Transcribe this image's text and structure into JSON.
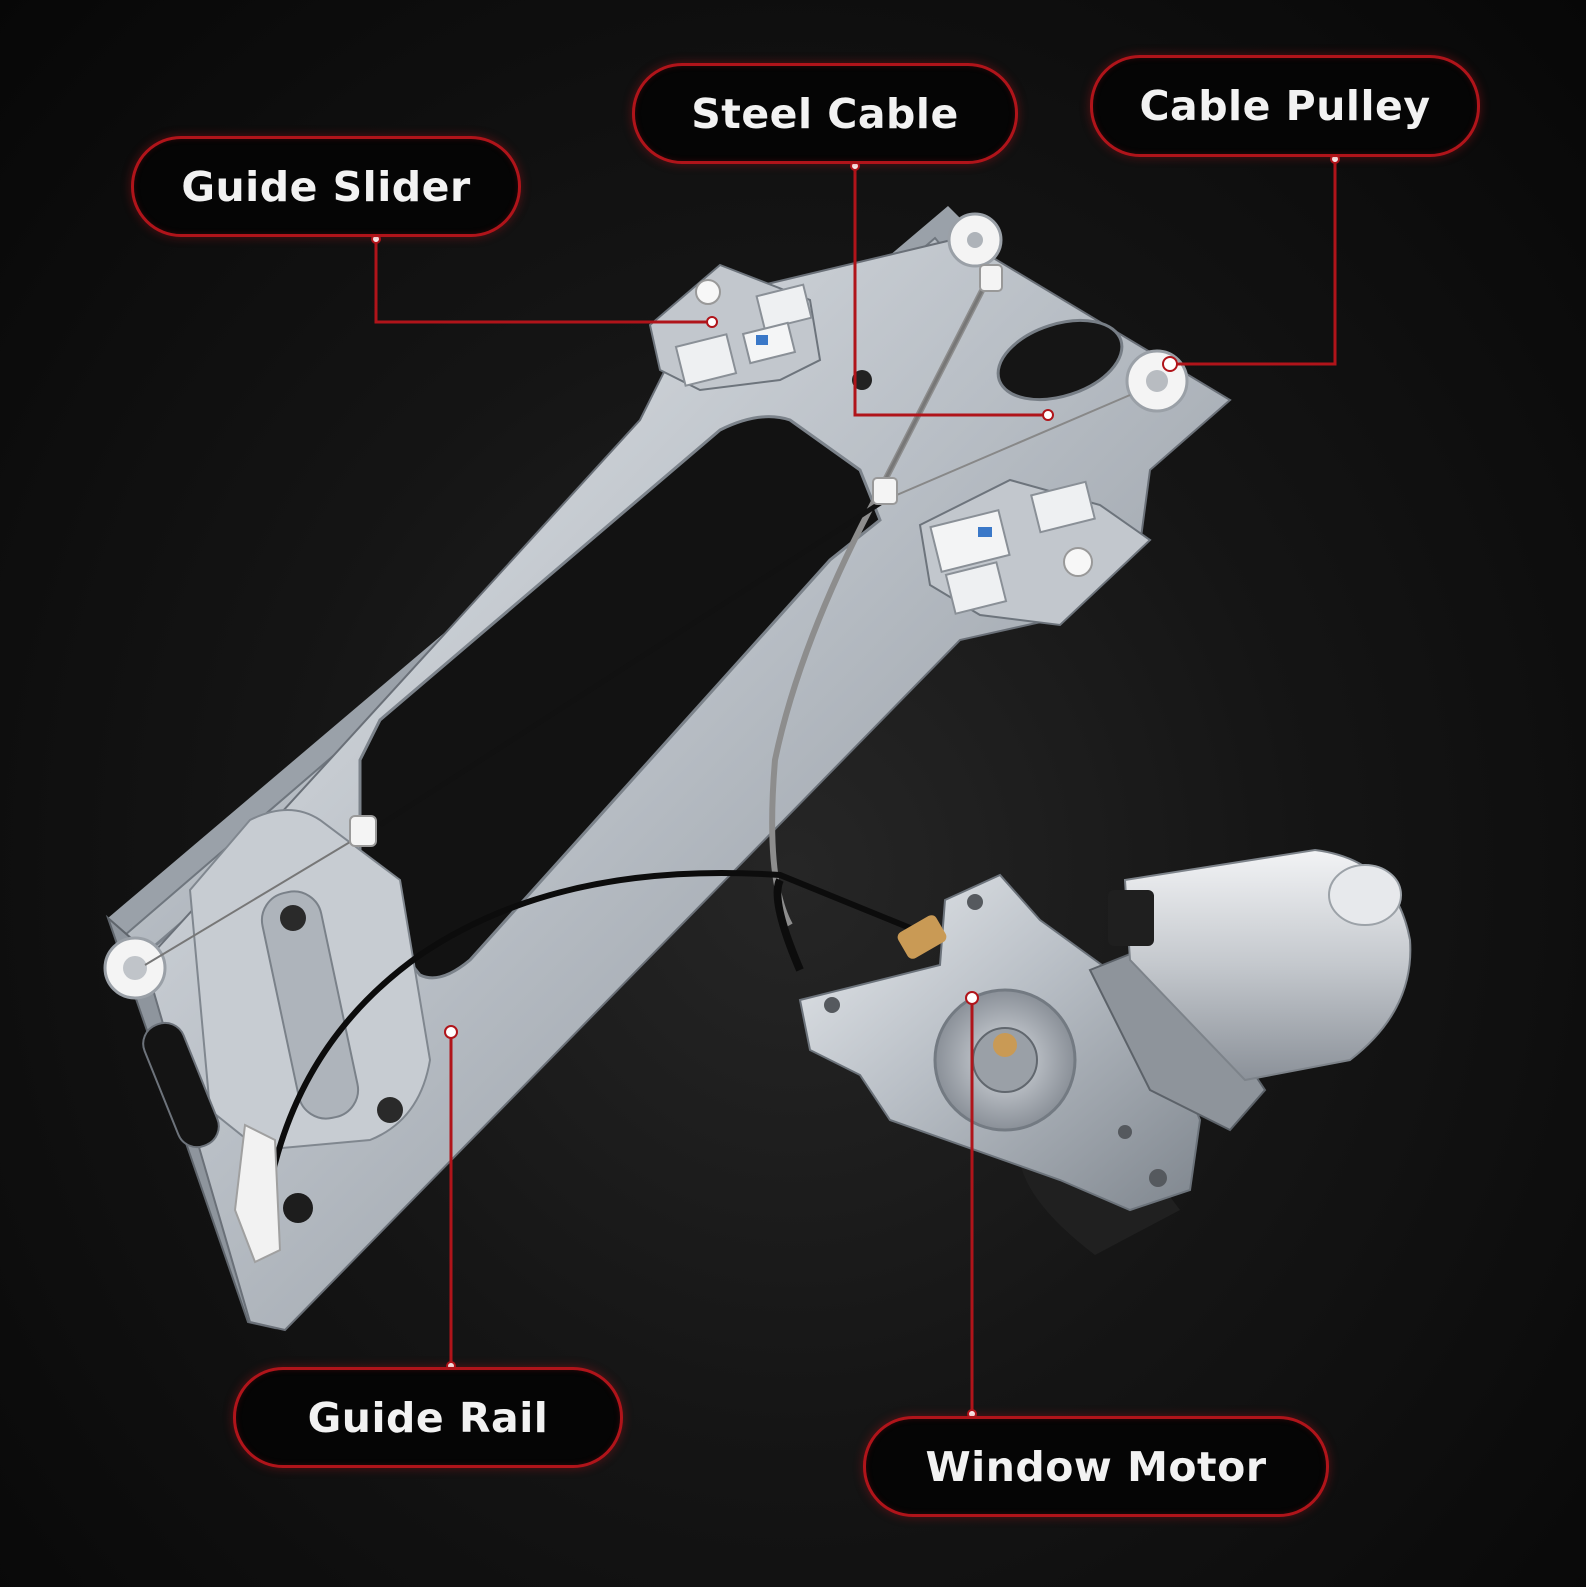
{
  "callouts": {
    "steel_cable": "Steel Cable",
    "cable_pulley": "Cable Pulley",
    "guide_slider": "Guide Slider",
    "guide_rail": "Guide Rail",
    "window_motor": "Window Motor"
  },
  "colors": {
    "accent": "#b0141a",
    "label_text": "#f2f2f2",
    "background": "#0b0b0b"
  }
}
